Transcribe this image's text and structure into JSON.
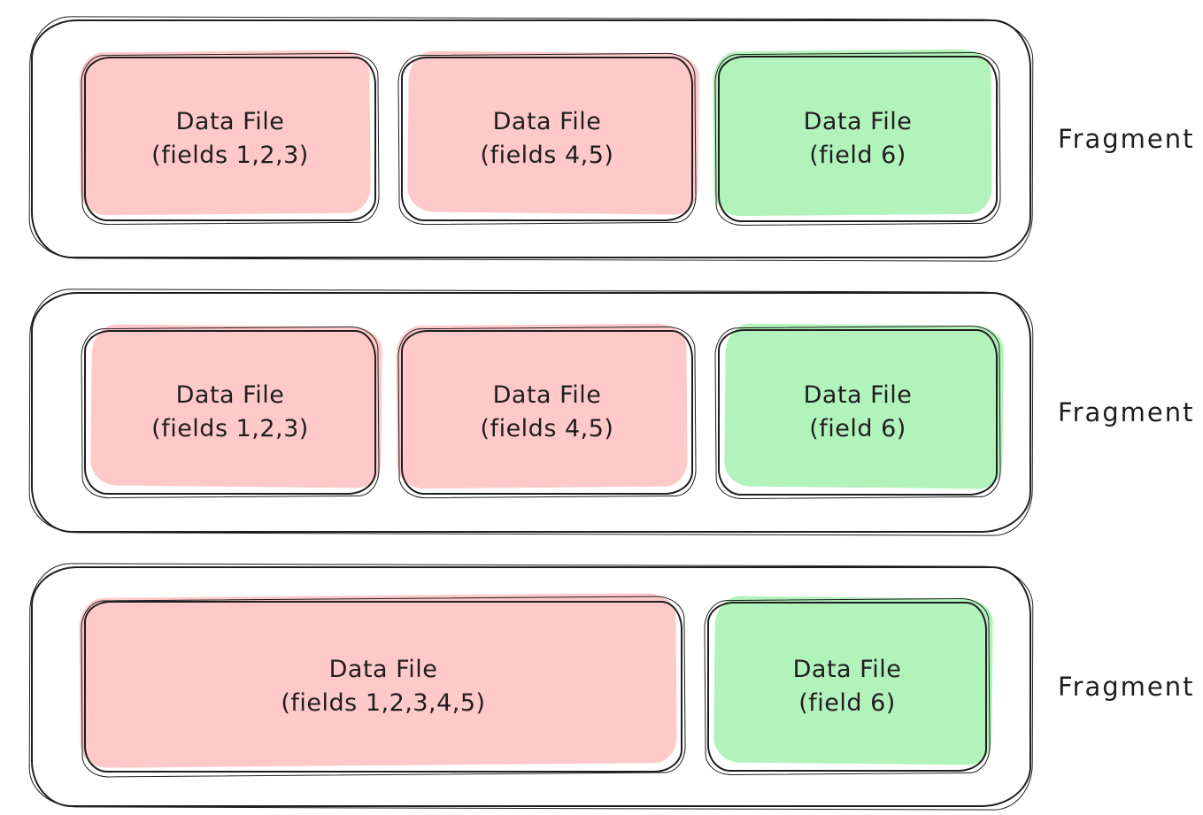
{
  "colors": {
    "pink": "#ffc9c9",
    "green": "#b2f2bb",
    "stroke": "#1e1e1e",
    "container_fill": "#ffffff",
    "background": "#ffffff"
  },
  "fragments": [
    {
      "label": "Fragment",
      "boxes": [
        {
          "title": "Data File",
          "subtitle": "(fields 1,2,3)",
          "fill": "#ffc9c9"
        },
        {
          "title": "Data File",
          "subtitle": "(fields 4,5)",
          "fill": "#ffc9c9"
        },
        {
          "title": "Data File",
          "subtitle": "(field 6)",
          "fill": "#b2f2bb"
        }
      ]
    },
    {
      "label": "Fragment",
      "boxes": [
        {
          "title": "Data File",
          "subtitle": "(fields 1,2,3)",
          "fill": "#ffc9c9"
        },
        {
          "title": "Data File",
          "subtitle": "(fields 4,5)",
          "fill": "#ffc9c9"
        },
        {
          "title": "Data File",
          "subtitle": "(field 6)",
          "fill": "#b2f2bb"
        }
      ]
    },
    {
      "label": "Fragment",
      "boxes": [
        {
          "title": "Data File",
          "subtitle": "(fields 1,2,3,4,5)",
          "fill": "#ffc9c9"
        },
        {
          "title": "Data File",
          "subtitle": "(field 6)",
          "fill": "#b2f2bb"
        }
      ]
    }
  ]
}
